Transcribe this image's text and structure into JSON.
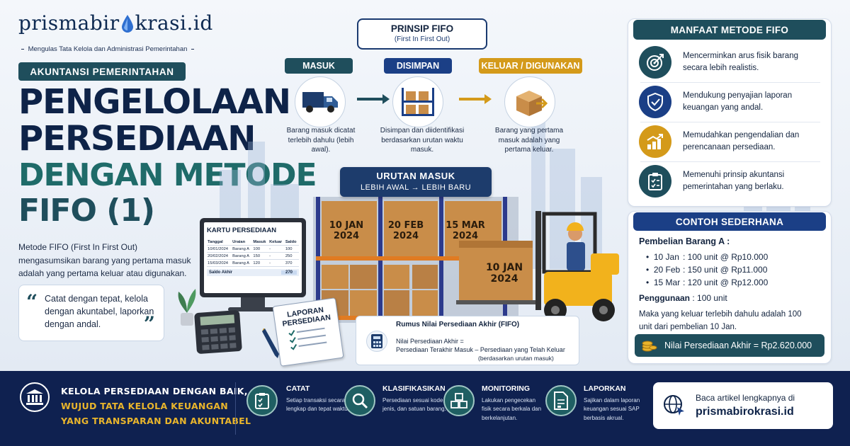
{
  "brand": {
    "name_part1": "prismabir",
    "name_part2": "krasi.id",
    "tagline": "Mengulas Tata Kelola dan Administrasi Pemerintahan"
  },
  "category": "AKUNTANSI PEMERINTAHAN",
  "title": {
    "line1": "PENGELOLAAN",
    "line2": "PERSEDIAAN",
    "line3": "DENGAN METODE",
    "line4": "FIFO (1)"
  },
  "intro": "Metode FIFO (First In First Out) mengasumsikan barang yang pertama masuk adalah yang pertama keluar atau digunakan.",
  "quote": {
    "open": "“",
    "text": "Catat dengan tepat, kelola dengan akuntabel, laporkan dengan andal.",
    "close": "”"
  },
  "principle": {
    "title": "PRINSIP FIFO",
    "subtitle": "(First In First Out)",
    "steps": [
      {
        "label": "MASUK",
        "caption": "Barang masuk dicatat terlebih dahulu (lebih awal).",
        "icon": "truck-icon",
        "color": "#1f4e5c"
      },
      {
        "label": "DISIMPAN",
        "caption": "Disimpan dan diidentifikasi berdasarkan urutan waktu masuk.",
        "icon": "shelf-icon",
        "color": "#1b3f86"
      },
      {
        "label": "KELUAR / DIGUNAKAN",
        "caption": "Barang yang pertama masuk adalah yang pertama keluar.",
        "icon": "box-out-icon",
        "color": "#d49a1a"
      }
    ]
  },
  "warehouse": {
    "order_title": "URUTAN MASUK",
    "order_sub": "LEBIH AWAL → LEBIH BARU",
    "boxes": [
      "10 JAN 2024",
      "20 FEB 2024",
      "15 MAR 2024"
    ],
    "forklift_box": "10 JAN 2024"
  },
  "kartu": {
    "title": "KARTU PERSEDIAAN",
    "headers": [
      "Tanggal",
      "Uraian",
      "Masuk",
      "Keluar",
      "Saldo"
    ],
    "rows": [
      [
        "10/01/2024",
        "Barang A",
        "100",
        "-",
        "100"
      ],
      [
        "20/02/2024",
        "Barang A",
        "150",
        "-",
        "250"
      ],
      [
        "15/03/2024",
        "Barang A",
        "120",
        "-",
        "370"
      ]
    ],
    "saldo_label": "Saldo Akhir",
    "saldo_value": "270"
  },
  "report": {
    "title": "LAPORAN PERSEDIAAN"
  },
  "formula": {
    "heading": "Rumus Nilai Persediaan Akhir (FIFO)",
    "line1": "Nilai Persediaan Akhir =",
    "line2": "Persediaan Terakhir Masuk – Persediaan yang Telah Keluar",
    "line3": "(berdasarkan urutan masuk)"
  },
  "benefits": {
    "title": "MANFAAT METODE FIFO",
    "items": [
      {
        "text": "Mencerminkan arus fisik barang secara lebih realistis.",
        "icon": "target-icon",
        "color": "#1f4e5c"
      },
      {
        "text": "Mendukung penyajian laporan keuangan yang andal.",
        "icon": "shield-check-icon",
        "color": "#1b3f86"
      },
      {
        "text": "Memudahkan pengendalian dan perencanaan persediaan.",
        "icon": "growth-chart-icon",
        "color": "#d49a1a"
      },
      {
        "text": "Memenuhi prinsip akuntansi pemerintahan yang berlaku.",
        "icon": "clipboard-icon",
        "color": "#1f4e5c"
      }
    ]
  },
  "example": {
    "title": "CONTOH SEDERHANA",
    "purchase_label": "Pembelian Barang A :",
    "purchases": [
      {
        "date": "10 Jan",
        "desc": ": 100 unit @ Rp10.000"
      },
      {
        "date": "20 Feb",
        "desc": ": 150 unit @ Rp11.000"
      },
      {
        "date": "15 Mar",
        "desc": ": 120 unit @ Rp12.000"
      }
    ],
    "usage_label": "Penggunaan",
    "usage_value": ": 100 unit",
    "note": "Maka yang keluar terlebih dahulu adalah 100 unit dari pembelian 10 Jan.",
    "final": "Nilai Persediaan Akhir = Rp2.620.000"
  },
  "footer": {
    "slogan1": "KELOLA PERSEDIAAN DENGAN BAIK,",
    "slogan2": "WUJUD TATA KELOLA KEUANGAN",
    "slogan3": "YANG TRANSPARAN DAN AKUNTABEL",
    "actions": [
      {
        "title": "CATAT",
        "desc": "Setiap transaksi secara lengkap dan tepat waktu.",
        "icon": "checklist-icon"
      },
      {
        "title": "KLASIFIKASIKAN",
        "desc": "Persediaan sesuai kode, jenis, dan satuan barang.",
        "icon": "magnifier-icon"
      },
      {
        "title": "MONITORING",
        "desc": "Lakukan pengecekan fisik secara berkala dan berkelanjutan.",
        "icon": "boxes-icon"
      },
      {
        "title": "LAPORKAN",
        "desc": "Sajikan dalam laporan keuangan sesuai SAP berbasis akrual.",
        "icon": "document-icon"
      }
    ],
    "cta_text": "Baca artikel lengkapnya di",
    "cta_site": "prismabirokrasi.id"
  }
}
